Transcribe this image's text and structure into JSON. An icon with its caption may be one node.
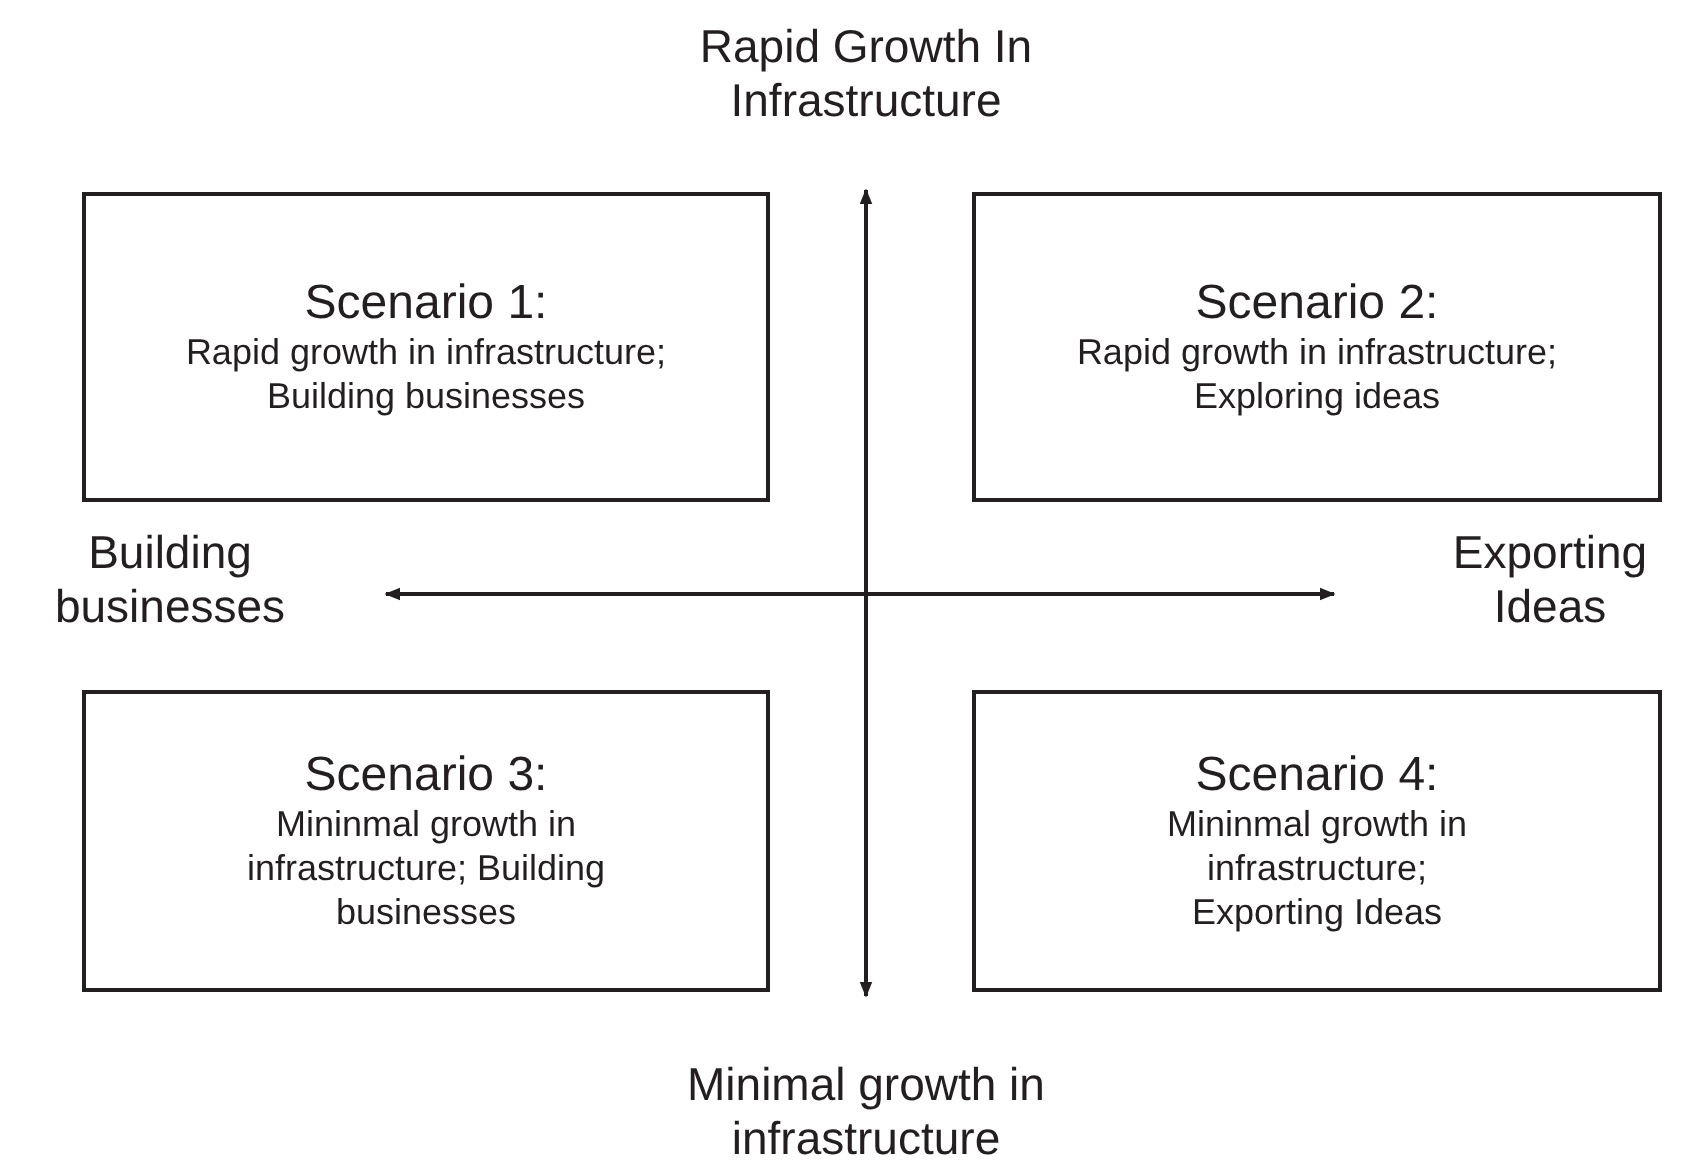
{
  "diagram": {
    "nodes": [
      {
        "text": [
          "Scenario 1:",
          "Rapid growth in infrastructure; Building businesses"
        ]
      },
      {
        "text": [
          "Scenario 2:",
          "Rapid growth in infrastructure; Exploring ideas"
        ]
      },
      {
        "text": [
          "Scenario 3:",
          "Mininmal growth in infrastructure; Building businesses"
        ]
      },
      {
        "text": [
          "Scenario 4:",
          "Mininmal growth in infrastructure; Exporting Ideas"
        ]
      }
    ],
    "labels": [
      "Rapid Growth In Infrastructure",
      "Building businesses",
      "Exporting Ideas",
      "Minimal growth in infrastructure"
    ]
  }
}
